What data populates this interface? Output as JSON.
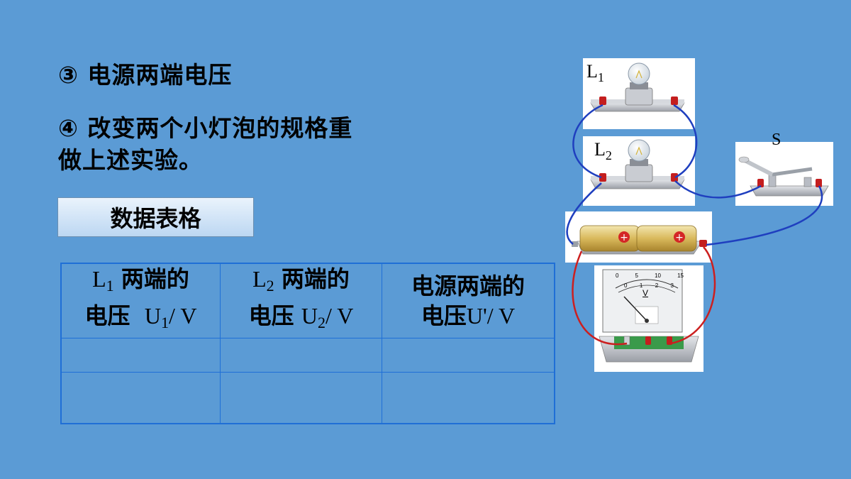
{
  "steps": {
    "step3": "③ 电源两端电压",
    "step4_line1": "④ 改变两个小灯泡的规格重",
    "step4_line2": "做上述实验。"
  },
  "data_table_button": "数据表格",
  "table": {
    "headers": [
      {
        "sym": "L",
        "sub": "1",
        "text": "两端的",
        "line2_cn": "电压",
        "unit_pre": "U",
        "unit_sub": "1",
        "unit_post": "/ V"
      },
      {
        "sym": "L",
        "sub": "2",
        "text": "两端的",
        "line2_cn": "电压",
        "unit_pre": "U",
        "unit_sub": "2",
        "unit_post": "/ V"
      },
      {
        "sym": "",
        "sub": "",
        "text": "电源两端的",
        "line2_cn": "电压",
        "unit_pre": "U'/ V",
        "unit_sub": "",
        "unit_post": ""
      }
    ],
    "rows": [
      [
        "",
        "",
        ""
      ],
      [
        "",
        "",
        ""
      ]
    ]
  },
  "circuit": {
    "lamp1_label": "L",
    "lamp1_sub": "1",
    "lamp2_label": "L",
    "lamp2_sub": "2",
    "switch_label": "S",
    "voltmeter_unit": "V",
    "scale_top": [
      "0",
      "5",
      "10",
      "15"
    ],
    "scale_bottom": [
      "0",
      "1",
      "2",
      "3"
    ]
  },
  "colors": {
    "background": "#5b9bd5",
    "table_border": "#1f6fd6",
    "wire_blue": "#1f3fbf",
    "wire_red": "#cc1f1f"
  }
}
